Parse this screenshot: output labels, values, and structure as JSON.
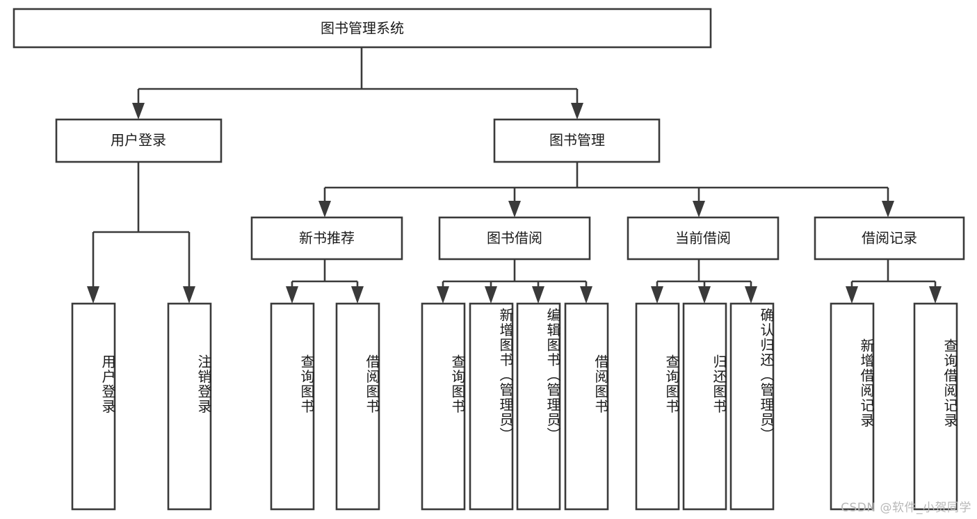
{
  "diagram": {
    "type": "tree",
    "title": "图书管理系统",
    "watermark": "CSDN @软件_小贺同学",
    "colors": {
      "box_stroke": "#3a3a3a",
      "box_fill": "#ffffff",
      "text": "#1a1a1a",
      "background": "#ffffff",
      "watermark": "#b8b8b8"
    },
    "levels": {
      "root": {
        "label": "图书管理系统"
      },
      "level2": [
        {
          "label": "用户登录"
        },
        {
          "label": "图书管理"
        }
      ],
      "level3": [
        {
          "label": "新书推荐"
        },
        {
          "label": "图书借阅"
        },
        {
          "label": "当前借阅"
        },
        {
          "label": "借阅记录"
        }
      ]
    },
    "leaves": {
      "user_login": [
        {
          "label": "用户登录"
        },
        {
          "label": "注销登录"
        }
      ],
      "new_book_recommend": [
        {
          "label": "查询图书"
        },
        {
          "label": "借阅图书"
        }
      ],
      "book_borrow": [
        {
          "label": "查询图书"
        },
        {
          "label": "新增图书（管理员）"
        },
        {
          "label": "编辑图书（管理员）"
        },
        {
          "label": "借阅图书"
        }
      ],
      "current_borrow": [
        {
          "label": "查询图书"
        },
        {
          "label": "归还图书"
        },
        {
          "label": "确认归还（管理员）"
        }
      ],
      "borrow_record": [
        {
          "label": "新增借阅记录"
        },
        {
          "label": "查询借阅记录"
        }
      ]
    }
  }
}
